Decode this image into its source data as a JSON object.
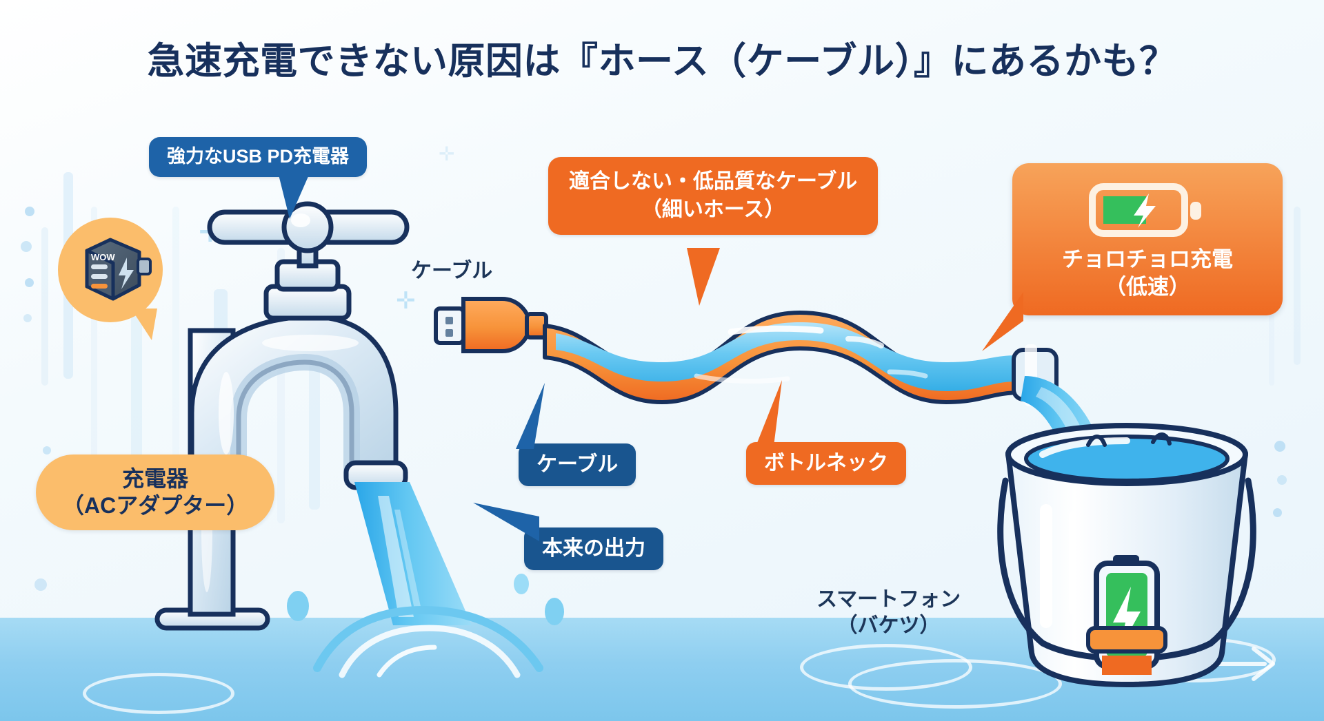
{
  "title": "急速充電できない原因は『ホース（ケーブル）』にあるかも？",
  "colors": {
    "ink": "#17305c",
    "blue_label": "#1e63a8",
    "blue_label_dark": "#19558f",
    "orange_label": "#ef6a22",
    "orange_pill": "#fbbd6b",
    "water": "#3fb3ec",
    "battery_green": "#35bf5c",
    "background": "#f2f8fb"
  },
  "labels": {
    "charger_callout": "強力なUSB PD充電器",
    "charger_pill": "充電器\n（ACアダプター）",
    "cable_plain": "ケーブル",
    "cable_badge": "ケーブル",
    "output_badge": "本来の出力",
    "bad_cable": "適合しない・低品質なケーブル\n（細いホース）",
    "bottleneck_badge": "ボトルネック",
    "slow_charge_card": "チョロチョロ充電\n（低速）",
    "smartphone_plain": "スマートフォン\n（バケツ）"
  },
  "icons": {
    "charger_brick_text": "WOW",
    "charger_brick": "usb-pd-charger-icon",
    "battery_charging": "battery-charging-icon",
    "battery_on_bucket": "battery-charging-icon",
    "usb_plug": "usb-a-plug-icon",
    "faucet": "faucet-icon",
    "bucket": "bucket-icon"
  }
}
